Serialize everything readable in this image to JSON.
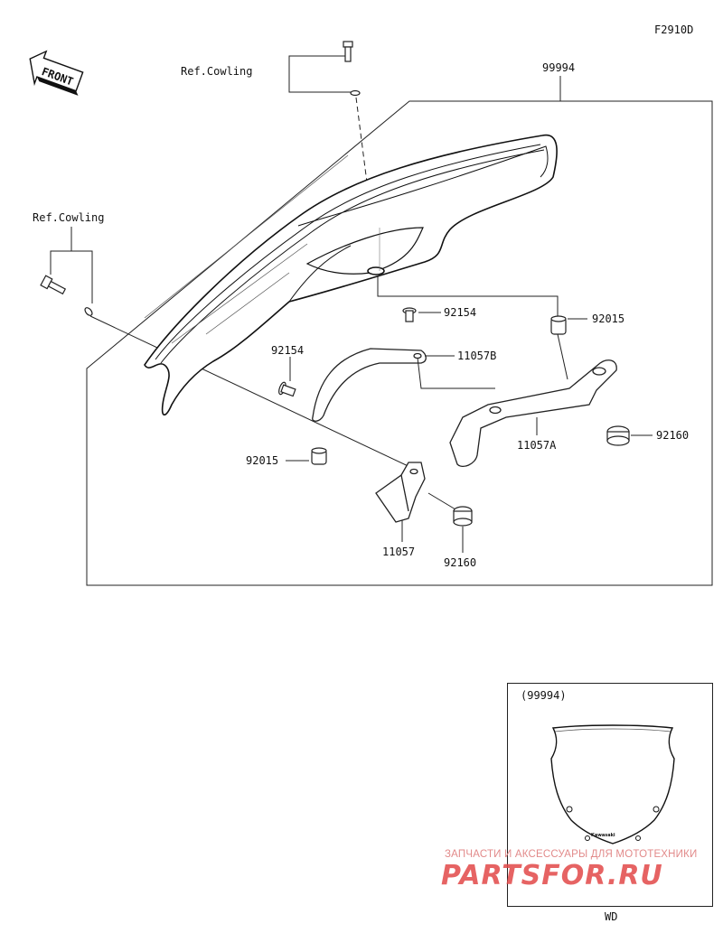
{
  "diagram_code": "F2910D",
  "front_label": "FRONT",
  "callouts": {
    "assembly": "99994",
    "ref_cowling_top": "Ref.Cowling",
    "ref_cowling_left": "Ref.Cowling",
    "bolt_upper": "92154",
    "collar_upper": "92015",
    "bracket_b": "11057B",
    "bolt_left": "92154",
    "bracket_a": "11057A",
    "grommet_right": "92160",
    "collar_left": "92015",
    "bracket_main": "11057",
    "grommet_lower": "92160"
  },
  "inset": {
    "part_ref": "(99994)",
    "variant": "WD",
    "brand_mark": "Kawasaki"
  },
  "watermark": {
    "tagline": "ЗАПЧАСТИ И АКСЕССУАРЫ ДЛЯ МОТОТЕХНИКИ",
    "logo": "PARTSFOR.RU"
  }
}
